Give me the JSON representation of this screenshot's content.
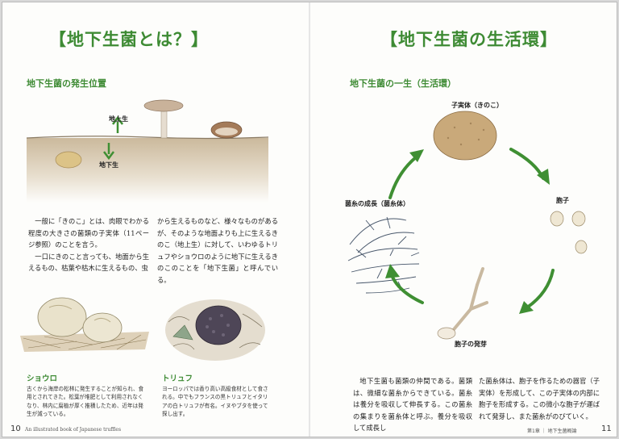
{
  "left": {
    "title": "【地下生菌とは？】",
    "subtitle": "地下生菌の発生位置",
    "label_above": "地上生",
    "label_below": "地下生",
    "body_col1": [
      "一般に「きのこ」とは、肉眼でわかる程度の大きさの菌類の子実体（11ページ参照）のことを言う。",
      "一口にきのこと言っても、地面から生えるもの、枯葉や枯木に生えるもの、虫"
    ],
    "body_col2": [
      "から生えるものなど、様々なものがあるが、そのような地面よりも上に生えるきのこ（地上生）に対して、いわゆるトリュフやショウロのように地下に生えるきのこのことを「地下生菌」と呼んでいる。"
    ],
    "caption1_title": "ショウロ",
    "caption1_text": "古くから海岸の松林に発生することが知られ、食用とされてきた。松葉が堆肥として利用されなくなり、林内に腐植が厚く推積したため、近年は発生が減っている。",
    "caption2_title": "トリュフ",
    "caption2_text": "ヨーロッパでは香り高い高級食材として食される。中でもフランスの黒トリュフとイタリアの白トリュフが有名。イヌやブタを使って探し出す。",
    "folio": "10",
    "running_head": "An illustrated book of Japanese truffles"
  },
  "right": {
    "title": "【地下生菌の生活環】",
    "subtitle": "地下生菌の一生（生活環）",
    "cycle_labels": {
      "fruit_body": "子実体（きのこ）",
      "spore": "胞子",
      "germination": "胞子の発芽",
      "mycelium": "菌糸の成長（菌糸体）"
    },
    "body_col1": [
      "地下生菌も菌類の仲間である。菌類は、微細な菌糸からできている。菌糸は養分を吸収して伸長する。この菌糸の集まりを菌糸体と呼ぶ。養分を吸収して成長し"
    ],
    "body_col2": [
      "た菌糸体は、胞子を作るための器官（子実体）を形成して、この子実体の内部に胞子を形成する。この微小な胞子が運ばれて発芽し、また菌糸がのびていく。"
    ],
    "running_head": "第1章 ｜ 地下生菌概論",
    "folio": "11"
  },
  "colors": {
    "accent": "#3e8b34",
    "arrow": "#3f8f33"
  }
}
